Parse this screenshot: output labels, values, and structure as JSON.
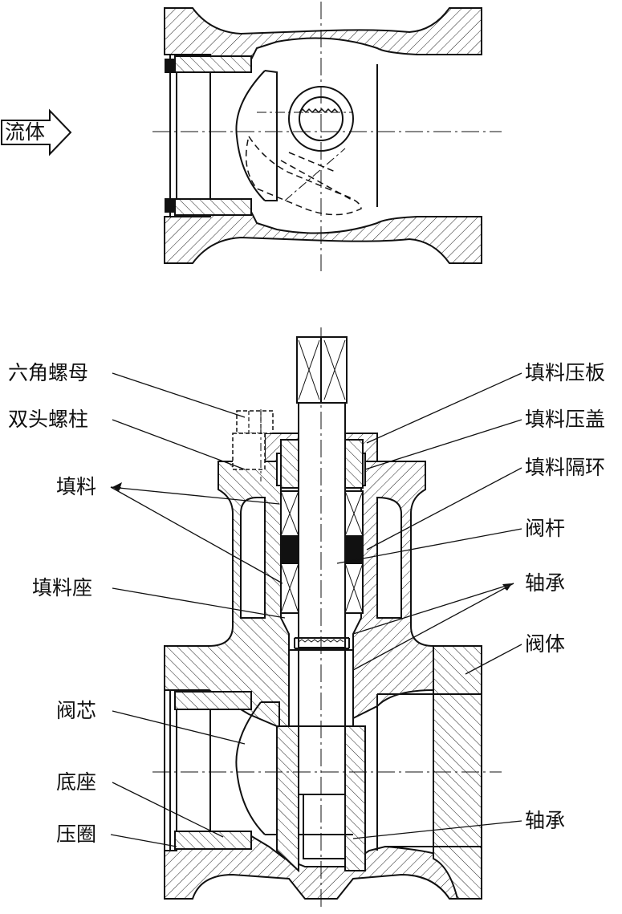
{
  "flow_label": "流体",
  "labels_left": {
    "hex_nut": "六角螺母",
    "stud_bolt": "双头螺柱",
    "packing": "填料",
    "packing_seat": "填料座",
    "valve_core": "阀芯",
    "base_seat": "底座",
    "press_ring": "压圈"
  },
  "labels_right": {
    "packing_press_plate": "填料压板",
    "packing_gland": "填料压盖",
    "packing_spacer": "填料隔环",
    "valve_stem": "阀杆",
    "bearing_upper": "轴承",
    "valve_body": "阀体",
    "bearing_lower": "轴承"
  }
}
